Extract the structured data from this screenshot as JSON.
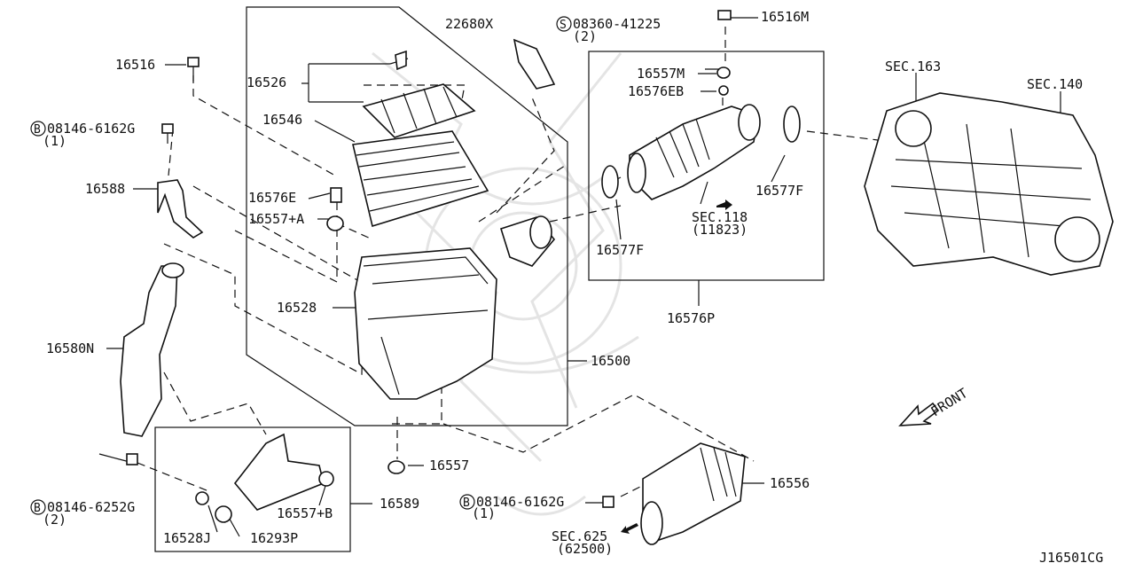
{
  "diagram_id": "J16501CG",
  "front_label": "FRONT",
  "parts": {
    "p22680X": "22680X",
    "p08360": "08360-41225",
    "p08360_qty": "(2)",
    "p16516M": "16516M",
    "p16516": "16516",
    "p16526": "16526",
    "p16546": "16546",
    "p08146_top": "08146-6162G",
    "p08146_top_qty": "(1)",
    "p16588": "16588",
    "p16576E": "16576E",
    "p16557A": "16557+A",
    "p16528": "16528",
    "p16580N": "16580N",
    "p16500": "16500",
    "p16557M": "16557M",
    "p16576EB": "16576EB",
    "p16577F_right": "16577F",
    "p16577F_left": "16577F",
    "sec118": "SEC.118",
    "sec118_ref": "(11823)",
    "p16576P": "16576P",
    "sec163": "SEC.163",
    "sec140": "SEC.140",
    "p16557": "16557",
    "p16556": "16556",
    "p08146_bot": "08146-6162G",
    "p08146_bot_qty": "(1)",
    "sec625": "SEC.625",
    "sec625_ref": "(62500)",
    "p08146_left": "08146-6252G",
    "p08146_left_qty": "(2)",
    "p16589": "16589",
    "p16557B": "16557+B",
    "p16528J": "16528J",
    "p16293P": "16293P"
  },
  "prefix_S": "S",
  "prefix_B": "B"
}
